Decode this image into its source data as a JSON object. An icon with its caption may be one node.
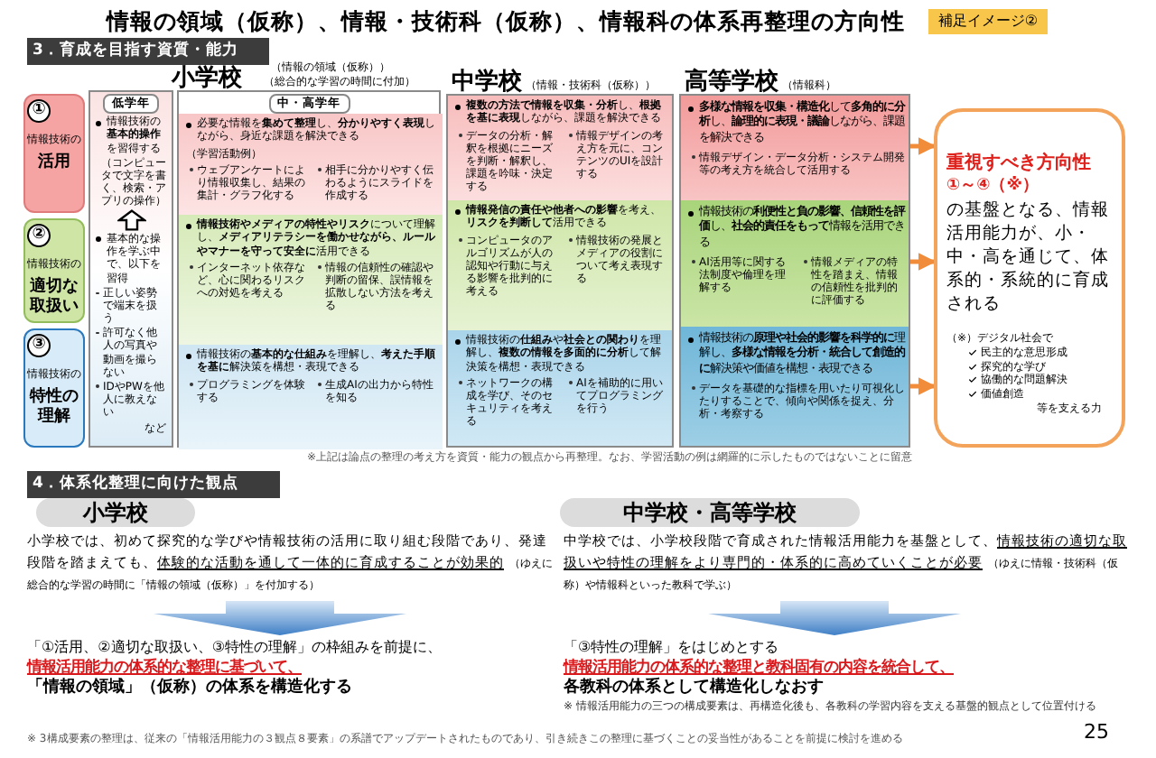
{
  "diagram": {
    "title": "情報の領域（仮称）、情報・技術科（仮称）、情報科の体系再整理の方向性",
    "nodes": [
      {
        "text": [
          "①",
          "情報技術の",
          "活用"
        ]
      },
      {
        "text": [
          "②",
          "情報技術の",
          "適切な取扱い"
        ]
      },
      {
        "text": [
          "③",
          "情報技術の",
          "特性の理解"
        ]
      },
      {
        "text": [
          "低学年",
          "情報技術の**基本的操作**を習得する",
          "（コンピュータで文字を書く、検索・アプリの操作）",
          "基本的な操作を学ぶ中で、以下を習得",
          "正しい姿勢で端末を扱う",
          "許可なく他人の写真や動画を撮らない",
          "IDやPWを他人に教えない",
          "など"
        ]
      },
      {
        "text": [
          "中・高学年"
        ]
      },
      {
        "text": [
          "必要な情報を**集めて整理**し、**分かりやすく表現**しながら、身近な課題を解決できる",
          "（学習活動例）",
          "ウェブアンケートにより情報収集し、結果の集計・グラフ化する",
          "相手に分かりやすく伝わるようにスライドを作成する"
        ],
        "in": 4
      },
      {
        "text": [
          "**情報技術やメディアの特性やリスク**について理解し、**メディアリテラシーを働かせながら、ルールやマナーを守って安全に**活用できる",
          "インターネット依存など、心に関わるリスクへの対処を考える",
          "情報の信頼性の確認や判断の留保、誤情報を拡散しない方法を考える"
        ],
        "in": 4
      },
      {
        "text": [
          "情報技術の**基本的な仕組み**を理解し、**考えた手順を基に**解決策を構想・表現できる",
          "プログラミングを体験する",
          "生成AIの出力から特性を知る"
        ],
        "in": 4
      },
      {
        "text": [
          "中学校",
          "（情報・技術科（仮称））"
        ]
      },
      {
        "text": [
          "**複数の方法で情報を収集・分析**し、**根拠を基に表現**しながら、課題を解決できる",
          "データの分析・解釈を根拠にニーズを判断・解釈し、課題を吟味・決定する",
          "情報デザインの考え方を元に、コンテンツのUIを設計する"
        ],
        "in": 8
      },
      {
        "text": [
          "**情報発信の責任や他者への影響**を考え、**リスクを判断して**活用できる",
          "コンピュータのアルゴリズムが人の認知や行動に与える影響を批判的に考える",
          "情報技術の発展とメディアの役割について考え表現する"
        ],
        "in": 8
      },
      {
        "text": [
          "情報技術の**仕組み**や**社会との関わり**を理解し、**複数の情報を多面的に分析**して解決策を構想・表現できる",
          "ネットワークの構成を学び、そのセキュリティを考える",
          "AIを補助的に用いてプログラミングを行う"
        ],
        "in": 8
      },
      {
        "text": [
          "高等学校",
          "（情報科）"
        ]
      },
      {
        "text": [
          "**多様な情報を収集・構造化**して**多角的に分析**し、**論理的に表現・議論**しながら、課題を解決できる",
          "情報デザイン・データ分析・システム開発等の考え方を統合して活用する"
        ],
        "in": 12
      },
      {
        "text": [
          "情報技術の**利便性と負の影響、信頼性を評価**し、**社会的責任をもって**情報を活用できる",
          "AI活用等に関する法制度や倫理を理解する",
          "情報メディアの特性を踏まえ、情報の信頼性を批判的に評価する"
        ],
        "in": 12
      },
      {
        "text": [
          "情報技術の**原理や社会的影響を科学的に**理解し、**多様な情報を分析・統合して創造的に**解決策や価値を構想・表現できる",
          "データを基礎的な指標を用いたり可視化したりすることで、傾向や関係を捉え、分析・考察する"
        ],
        "in": 12
      },
      {
        "text": [
          "重視すべき方向性",
          "①～④（※）",
          "の基盤となる、情報活用能力が、小・中・高を通じて、体系的・系統的に育成される",
          "（※）デジタル社会で",
          "民主的な意思形成",
          "探究的な学び",
          "協働的な問題解決",
          "価値創造",
          "等を支える力"
        ]
      },
      {
        "text": [
          "小学校では、初めて探究的な学びや情報技術の活用に取り組む段階であり、発達段階を踏まえても、",
          "体験的な活動を通して一体的に育成することが効果的",
          "（ゆえに総合的な学習の時間に「情報の領域（仮称）」を付加する）"
        ]
      },
      {
        "text": [
          "「①活用、②適切な取扱い、③特性の理解」の枠組みを前提に、",
          "情報活用能力の体系的な整理に基づいて、",
          "「情報の領域」（仮称）の体系を構造化する"
        ]
      },
      {
        "text": [
          "中学校では、小学校段階で育成された情報活用能力を基盤として、",
          "情報技術の適切な取扱いや特性の理解をより専門的・体系的に高めていくことが必要",
          "（ゆえに情報・技術科（仮称）や情報科といった教科で学ぶ）"
        ]
      },
      {
        "text": [
          "「③特性の理解」をはじめとする",
          "情報活用能力の体系的な整理と教科固有の内容を統合して、",
          "各教科の体系として構造化しなおす"
        ],
        "beside": [
          "※ 情報活用能力の三つの構成要素は、再構造化後も、各教科の学習内容を支える基盤的観点として位置付ける"
        ]
      }
    ],
    "edges": [
      {
        "from": 13,
        "to": 16,
        "arrow": "to",
        "color": "#f08c3a"
      },
      {
        "from": 14,
        "to": 16,
        "arrow": "to",
        "color": "#f08c3a"
      },
      {
        "from": 15,
        "to": 16,
        "arrow": "to",
        "color": "#f08c3a"
      },
      {
        "from": 17,
        "to": 18,
        "arrow": "to",
        "style": "thick",
        "color": "#4a86c8"
      },
      {
        "from": 19,
        "to": 20,
        "arrow": "to",
        "style": "thick",
        "color": "#4a86c8"
      }
    ],
    "labels": [
      "補足イメージ②",
      "3．育成を目指す資質・能力",
      "小学校",
      "（情報の領域（仮称））",
      "（総合的な学習の時間に付加）",
      "※上記は論点の整理の考え方を資質・能力の観点から再整理。なお、学習活動の例は網羅的に示したものではないことに留意",
      "4．体系化整理に向けた観点",
      "小学校",
      "中学校・高等学校",
      "※ 3構成要素の整理は、従来の「情報活用能力の３観点８要素」の系譜でアップデートされたものであり、引き続きこの整理に基づくことの妥当性があることを前提に検討を進める",
      "25"
    ]
  }
}
